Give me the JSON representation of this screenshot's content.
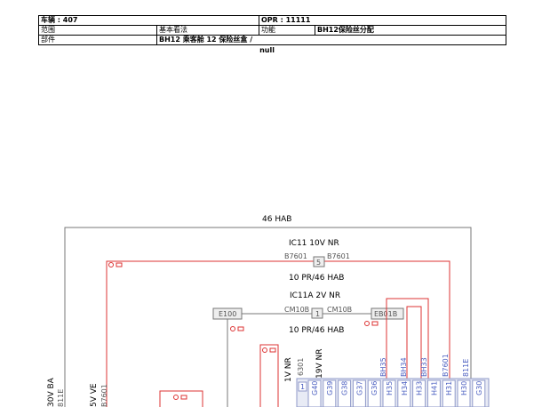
{
  "header": {
    "vehicle": "车辆 : 407",
    "opr": "OPR : 11111",
    "scope_label": "范围",
    "scope_value": "基本看法",
    "function_label": "功能",
    "function_value": "BH12保险丝分配",
    "part_label": "部件",
    "part_value": "BH12 乘客舱 12 保险丝盒 /"
  },
  "status_text": "null",
  "diagram": {
    "top_label": "46 HAB",
    "blocks": [
      {
        "title": "IC11   10V  NR",
        "wire_left": "B7601",
        "num": "5",
        "wire_right": "B7601",
        "bottom": "10 PR/46 HAB"
      },
      {
        "title": "IC11A   2V  NR",
        "wire_left": "CM10B",
        "num": "1",
        "wire_right": "CM10B",
        "bottom": "10 PR/46 HAB"
      }
    ],
    "connectors": {
      "left": "E100",
      "right": "EB01B"
    },
    "wire_labels": [
      "B7601",
      "811E"
    ],
    "vertical_labels": [
      "1V  NR",
      "6301",
      "19V  NR",
      "30V  BA",
      "811E",
      "5V  VE",
      "B7601"
    ],
    "pins": [
      "BH35",
      "BH34",
      "BH33",
      "G40",
      "G39",
      "G38",
      "G37",
      "G36",
      "H35",
      "H34",
      "H33",
      "H41",
      "H31",
      "H30",
      "G30"
    ],
    "fuse_one": "1",
    "pin_rows": [
      "G40",
      "G39",
      "G38",
      "G37",
      "G36",
      "H35",
      "H34",
      "H33",
      "H41",
      "H31",
      "H30",
      "G30"
    ]
  }
}
